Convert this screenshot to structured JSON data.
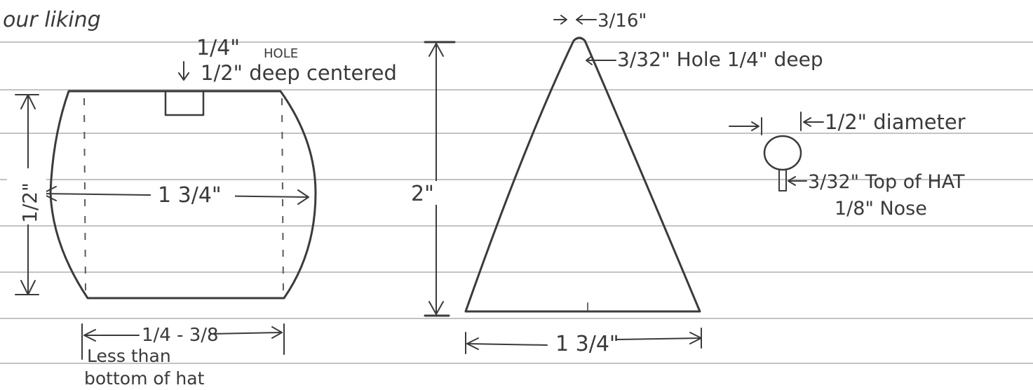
{
  "header": {
    "text": "our liking"
  },
  "body_piece": {
    "hole_width": "1/4\"",
    "hole_label": "HOLE",
    "hole_depth": "1/2\" deep centered",
    "height_label": "1/2\"",
    "width_label": "1 3/4\"",
    "bottom_dim": "1/4 - 3/8",
    "bottom_note_1": "Less than",
    "bottom_note_2": "bottom of hat"
  },
  "hat_piece": {
    "top_width": "3/16\"",
    "top_hole": "3/32\" Hole 1/4\" deep",
    "height_label": "2\"",
    "base_width": "1 3/4\""
  },
  "nose_piece": {
    "diameter": "1/2\" diameter",
    "top_label": "3/32\" Top of HAT",
    "nose_label": "1/8\" Nose"
  }
}
